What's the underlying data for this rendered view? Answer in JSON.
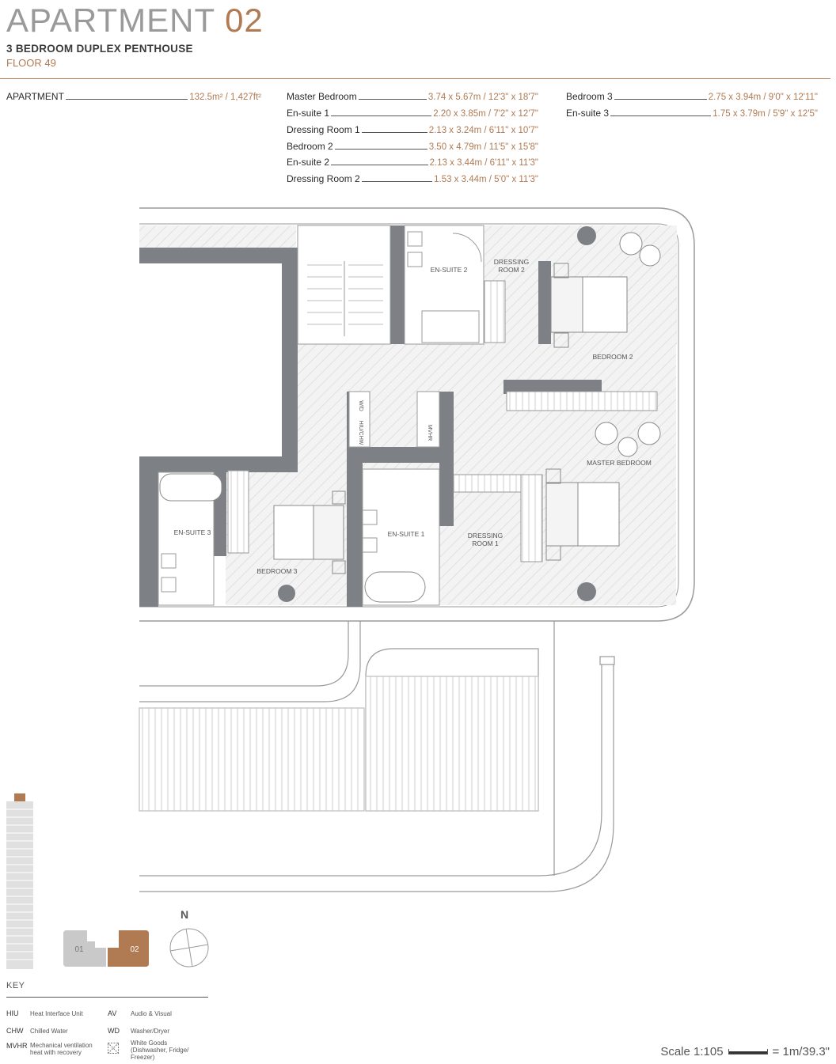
{
  "header": {
    "title_word": "APARTMENT",
    "title_num": "02",
    "subtitle": "3 BEDROOM DUPLEX PENTHOUSE",
    "floor": "FLOOR 49"
  },
  "apartment": {
    "label": "APARTMENT",
    "value": "132.5m² / 1,427ft²"
  },
  "dimensions_col1": [
    {
      "label": "Master Bedroom",
      "value": "3.74 x 5.67m / 12'3\" x 18'7\""
    },
    {
      "label": "En-suite 1",
      "value": "2.20 x 3.85m / 7'2\" x 12'7\""
    },
    {
      "label": "Dressing Room 1",
      "value": "2.13 x 3.24m / 6'11\" x 10'7\""
    },
    {
      "label": "Bedroom 2",
      "value": "3.50 x 4.79m / 11'5\" x 15'8\""
    },
    {
      "label": "En-suite 2",
      "value": "2.13 x 3.44m / 6'11\" x 11'3\""
    },
    {
      "label": "Dressing Room 2",
      "value": "1.53 x 3.44m / 5'0\" x 11'3\""
    }
  ],
  "dimensions_col2": [
    {
      "label": "Bedroom 3",
      "value": "2.75 x 3.94m / 9'0\" x 12'11\""
    },
    {
      "label": "En-suite 3",
      "value": "1.75 x 3.79m / 5'9\" x 12'5\""
    }
  ],
  "rooms": {
    "ensuite2": "EN-SUITE 2",
    "dressing2_a": "DRESSING",
    "dressing2_b": "ROOM 2",
    "bedroom2": "BEDROOM 2",
    "master": "MASTER BEDROOM",
    "ensuite3": "EN-SUITE 3",
    "ensuite1": "EN-SUITE 1",
    "dressing1_a": "DRESSING",
    "dressing1_b": "ROOM 1",
    "bedroom3": "BEDROOM 3",
    "wd": "W/D",
    "hiu": "HIU/CHW",
    "mvhr": "MVHR"
  },
  "keyplan": {
    "unit1": "01",
    "unit2": "02",
    "north": "N"
  },
  "key": {
    "title": "KEY",
    "items": [
      {
        "abbr": "HIU",
        "desc": "Heat Interface Unit"
      },
      {
        "abbr": "AV",
        "desc": "Audio & Visual"
      },
      {
        "abbr": "CHW",
        "desc": "Chilled Water"
      },
      {
        "abbr": "WD",
        "desc": "Washer/Dryer"
      },
      {
        "abbr": "MVHR",
        "desc": "Mechanical ventilation heat with recovery"
      },
      {
        "abbr": "",
        "desc": "White Goods (Dishwasher, Fridge/ Freezer)"
      }
    ]
  },
  "scale": {
    "label": "Scale 1:105",
    "equals": "= 1m/39.3\""
  },
  "colors": {
    "accent": "#b07a52",
    "wall": "#7d8186",
    "floor_hatch": "#e6e6e6"
  }
}
